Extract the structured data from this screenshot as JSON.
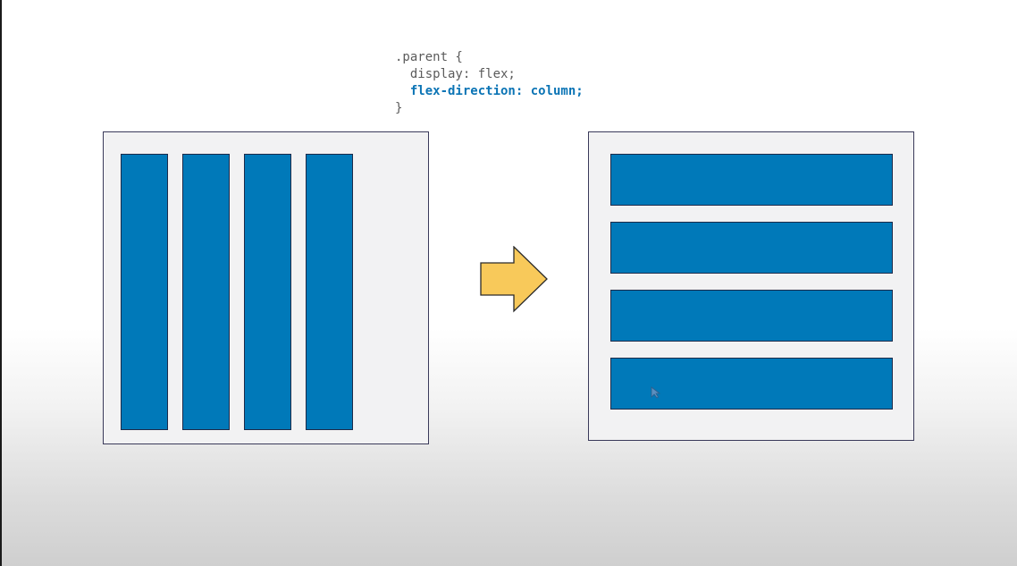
{
  "code": {
    "line1": ".parent {",
    "line2": "  display: flex;",
    "line3_indent": "  ",
    "line3_highlight": "flex-direction: column;",
    "line4": "}"
  },
  "colors": {
    "item_fill": "#0079b9",
    "panel_fill": "#f2f2f3",
    "arrow_fill": "#f8c95a",
    "code_highlight": "#0b74b5"
  },
  "icons": {
    "arrow": "arrow-right-icon",
    "cursor": "mouse-pointer-icon"
  }
}
